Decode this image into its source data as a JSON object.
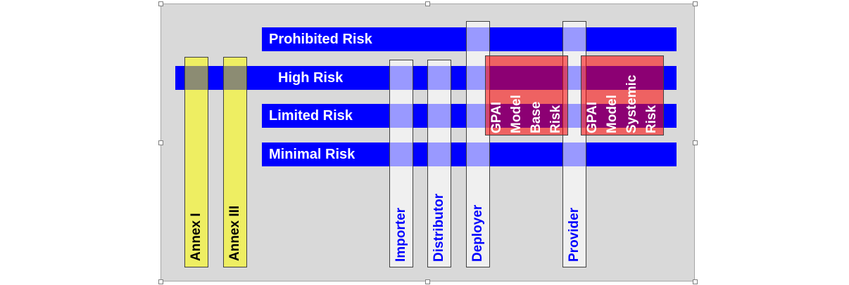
{
  "risk_levels": {
    "prohibited": "Prohibited Risk",
    "high": "High Risk",
    "limited": "Limited Risk",
    "minimal": "Minimal Risk"
  },
  "annexes": {
    "annex_1": "Annex I",
    "annex_3": "Annex III"
  },
  "roles": {
    "importer": "Importer",
    "distributor": "Distributor",
    "deployer": "Deployer",
    "provider": "Provider"
  },
  "gpai_base": [
    "GPAI",
    "Model",
    "Base",
    "Risk"
  ],
  "gpai_systemic": [
    "GPAI",
    "Model",
    "Systemic",
    "Risk"
  ],
  "colors": {
    "band": "#0000ff",
    "annex": "#ffff00",
    "gpai": "#ff0000",
    "role_label": "#0000ff",
    "background": "#d9d9d9"
  }
}
